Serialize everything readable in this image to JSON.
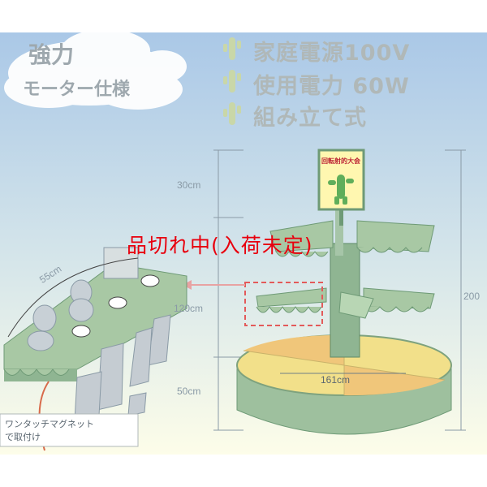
{
  "header": {
    "power_title": "強力",
    "power_subtitle": "モーター仕様",
    "features": [
      "家庭電源100V",
      "使用電力 60W",
      "組み立て式"
    ]
  },
  "sign": {
    "label": "回転射的大会"
  },
  "dimensions": {
    "top_height": "30cm",
    "middle_height": "120cm",
    "bottom_height": "50cm",
    "total_height": "200",
    "diameter": "161cm",
    "arm_length": "55cm"
  },
  "status_overlay": "品切れ中(入荷未定)",
  "magnet_note": {
    "line1": "ワンタッチマグネット",
    "line2": "で取付け"
  },
  "colors": {
    "sky_top": "#a9c7e6",
    "sky_bottom": "#fdfde9",
    "structure_green": "#9ec09e",
    "structure_dark": "#6e9a76",
    "base_yellow": "#f2e08a",
    "base_orange": "#f0c67a",
    "accent_red": "#e8000e",
    "cloud": "#ffffff"
  }
}
